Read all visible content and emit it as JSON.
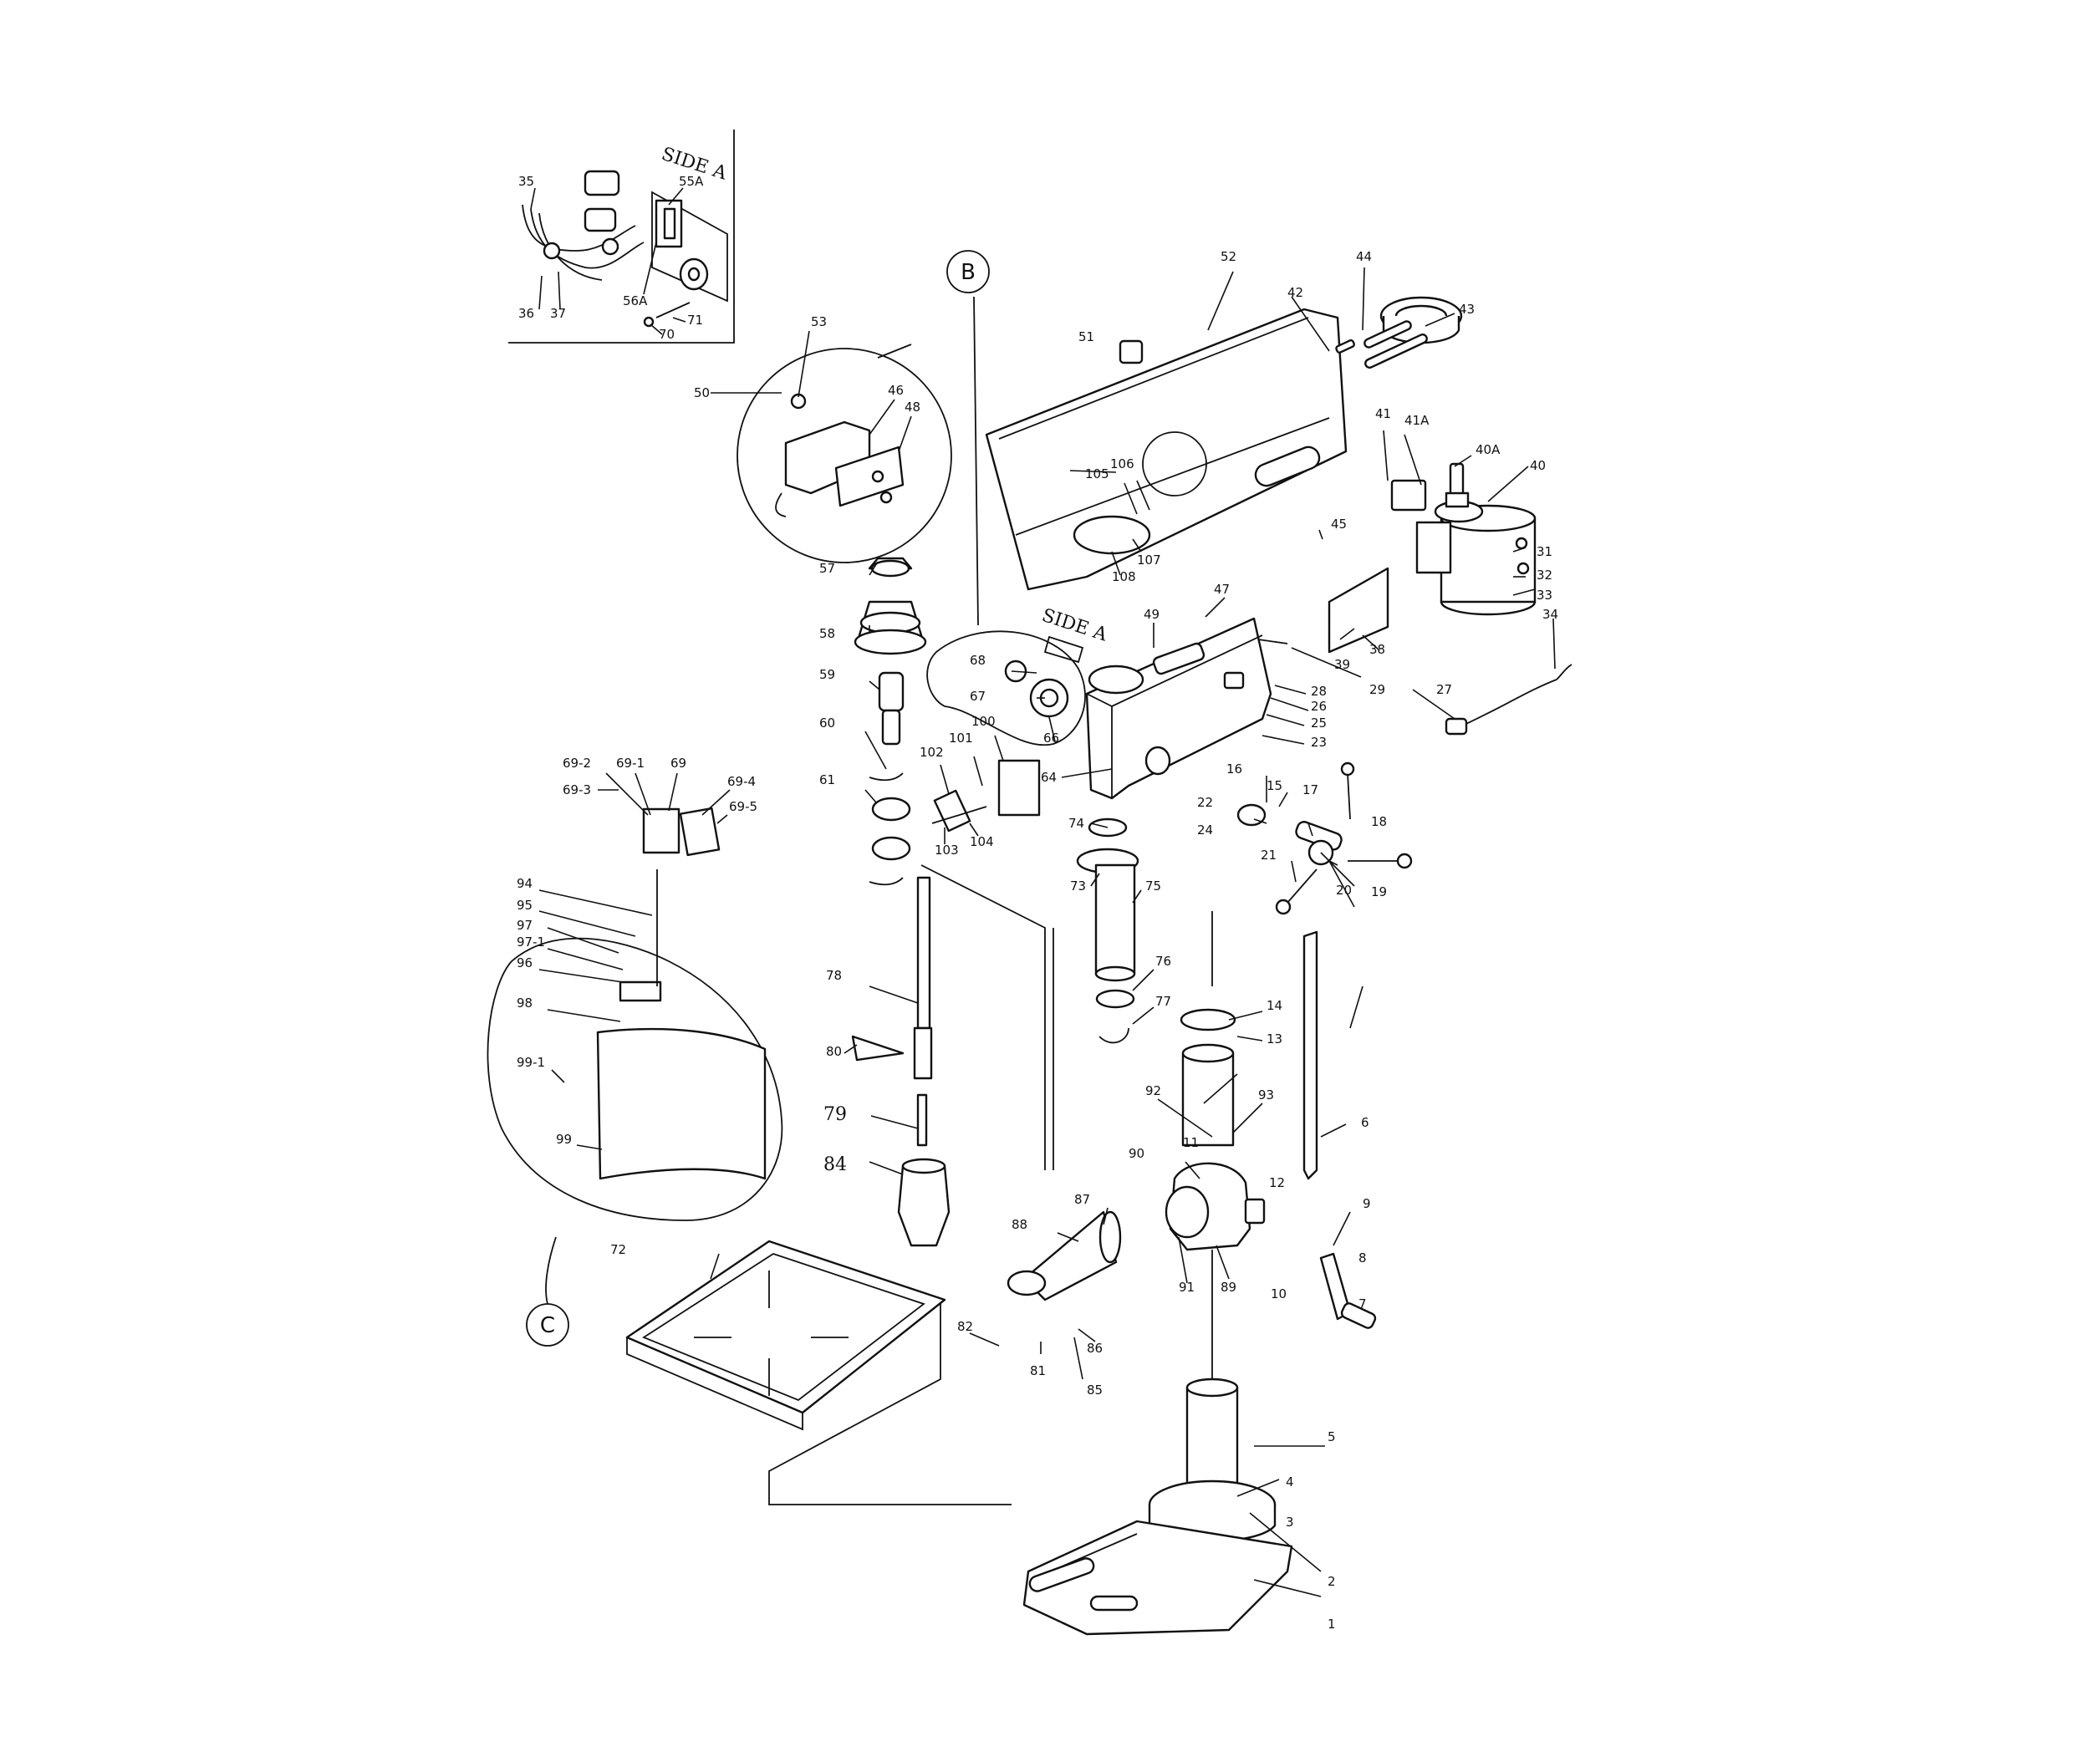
{
  "title": "",
  "inset_labels": {
    "side_a_top": "SIDE A",
    "side_a_head": "SIDE A",
    "detail_b": "B",
    "detail_c": "C"
  },
  "part_labels": {
    "p1": "1",
    "p2": "2",
    "p3": "3",
    "p4": "4",
    "p5": "5",
    "p6": "6",
    "p7": "7",
    "p8": "8",
    "p9": "9",
    "p10": "10",
    "p11": "11",
    "p12": "12",
    "p13": "13",
    "p14": "14",
    "p15": "15",
    "p16": "16",
    "p17": "17",
    "p18": "18",
    "p19": "19",
    "p20": "20",
    "p21": "21",
    "p22": "22",
    "p23": "23",
    "p24": "24",
    "p25": "25",
    "p26": "26",
    "p27": "27",
    "p28": "28",
    "p29": "29",
    "p31": "31",
    "p32": "32",
    "p33": "33",
    "p34": "34",
    "p35": "35",
    "p36": "36",
    "p37": "37",
    "p38": "38",
    "p39": "39",
    "p40": "40",
    "p40A": "40A",
    "p41": "41",
    "p41A": "41A",
    "p42": "42",
    "p43": "43",
    "p44": "44",
    "p45": "45",
    "p46": "46",
    "p47": "47",
    "p48": "48",
    "p49": "49",
    "p50": "50",
    "p51": "51",
    "p52": "52",
    "p53": "53",
    "p55A": "55A",
    "p56A": "56A",
    "p57": "57",
    "p58": "58",
    "p59": "59",
    "p60": "60",
    "p61": "61",
    "p64": "64",
    "p66": "66",
    "p67": "67",
    "p68": "68",
    "p69": "69",
    "p69_1": "69-1",
    "p69_2": "69-2",
    "p69_3": "69-3",
    "p69_4": "69-4",
    "p69_5": "69-5",
    "p70": "70",
    "p71": "71",
    "p72": "72",
    "p73": "73",
    "p74": "74",
    "p75": "75",
    "p76": "76",
    "p77": "77",
    "p78": "78",
    "p79": "79",
    "p80": "80",
    "p81": "81",
    "p82": "82",
    "p84": "84",
    "p85": "85",
    "p86": "86",
    "p87": "87",
    "p88": "88",
    "p89": "89",
    "p90": "90",
    "p91": "91",
    "p92": "92",
    "p93": "93",
    "p94": "94",
    "p95": "95",
    "p96": "96",
    "p97": "97",
    "p97_1": "97-1",
    "p98": "98",
    "p99": "99",
    "p99_1": "99-1",
    "p100": "100",
    "p101": "101",
    "p102": "102",
    "p103": "103",
    "p104": "104",
    "p105": "105",
    "p106": "106",
    "p107": "107",
    "p108": "108"
  }
}
